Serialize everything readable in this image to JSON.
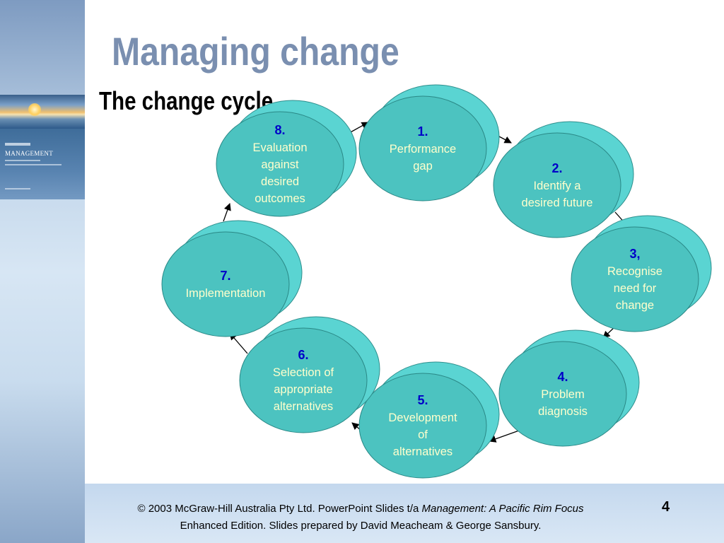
{
  "slide": {
    "title": "Managing change",
    "subtitle": "The change cycle"
  },
  "book_cover": {
    "title": "MANAGEMENT"
  },
  "colors": {
    "title": "#7a8fb0",
    "circle_fill": "#4cc3c0",
    "circle_back": "#5ad4d2",
    "step_number": "#0000c8",
    "step_text": "#ffffcc"
  },
  "cycle": {
    "steps": [
      {
        "number": "1.",
        "lines": [
          "Performance",
          "gap"
        ]
      },
      {
        "number": "2.",
        "lines": [
          "Identify a",
          "desired future"
        ]
      },
      {
        "number": "3,",
        "lines": [
          "Recognise",
          "need for",
          "change"
        ]
      },
      {
        "number": "4.",
        "lines": [
          "Problem",
          "diagnosis"
        ]
      },
      {
        "number": "5.",
        "lines": [
          "Development",
          "of",
          "alternatives"
        ]
      },
      {
        "number": "6.",
        "lines": [
          "Selection of",
          "appropriate",
          "alternatives"
        ]
      },
      {
        "number": "7.",
        "lines": [
          "Implementation"
        ]
      },
      {
        "number": "8.",
        "lines": [
          "Evaluation",
          "against",
          "desired",
          "outcomes"
        ]
      }
    ]
  },
  "footer": {
    "copyright": "© 2003 McGraw-Hill Australia Pty Ltd. PowerPoint Slides t/a ",
    "book_title": "Management: A Pacific Rim Focus",
    "line2": "Enhanced Edition. Slides prepared by David Meacheam & George Sansbury.",
    "page_number": "4"
  }
}
